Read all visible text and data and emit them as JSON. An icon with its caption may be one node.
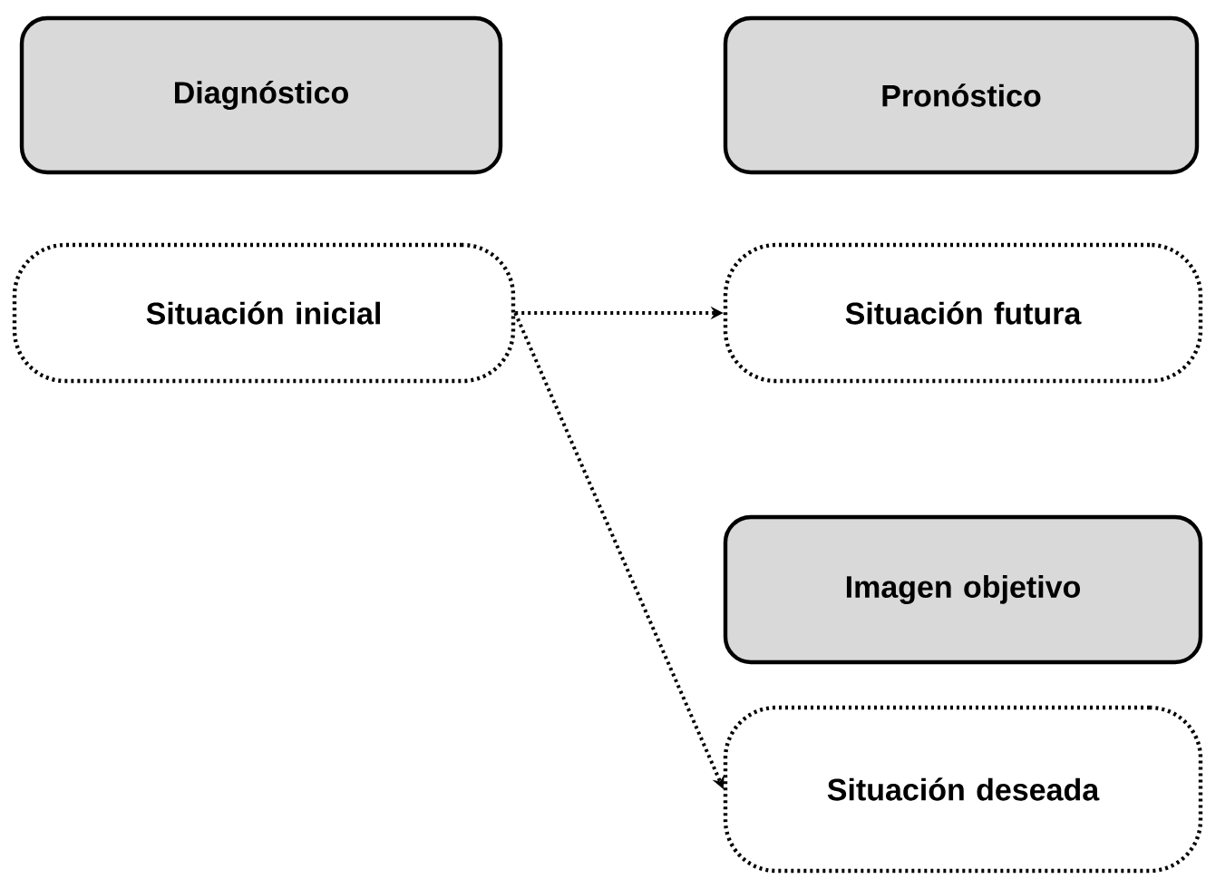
{
  "diagram": {
    "nodes": [
      {
        "text": [
          "Diagnóstico"
        ]
      },
      {
        "text": [
          "Pronóstico"
        ]
      },
      {
        "text": [
          "Situación inicial"
        ]
      },
      {
        "text": [
          "Situación futura"
        ]
      },
      {
        "text": [
          "Imagen objetivo"
        ]
      },
      {
        "text": [
          "Situación deseada"
        ]
      }
    ],
    "edges": [
      {
        "from": 2,
        "to": 3,
        "arrow": "to",
        "style": "dashed"
      },
      {
        "from": 2,
        "to": 5,
        "arrow": "to",
        "style": "dashed"
      }
    ]
  }
}
